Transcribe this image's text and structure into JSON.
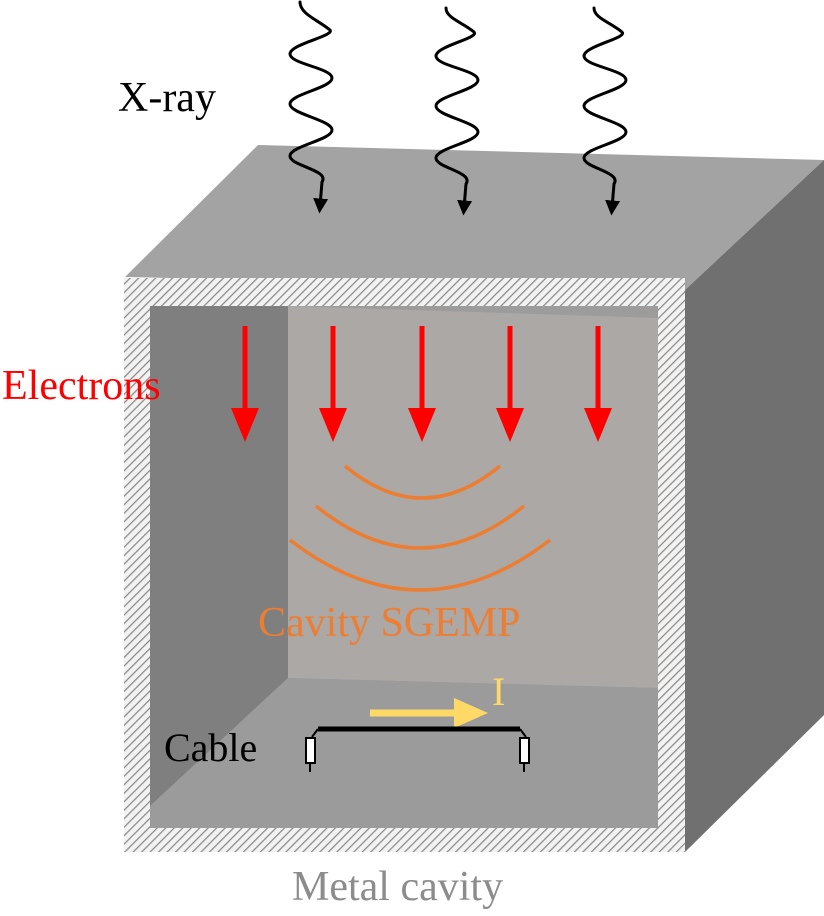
{
  "labels": {
    "xray": "X-ray",
    "electrons": "Electrons",
    "sgemp": "Cavity SGEMP",
    "current": "I",
    "cable": "Cable",
    "cavity": "Metal cavity"
  },
  "colors": {
    "electrons": "#ff0000",
    "sgemp": "#ed7d31",
    "current": "#ffd966",
    "cavity_label": "#8c8c8c",
    "top_face": "#a0a0a0",
    "right_face": "#707070",
    "back_wall": "#aca8a6",
    "left_wall": "#7f7f7f",
    "floor": "#9a9a9a",
    "wall_hatch": "#d9d9d9"
  },
  "xray_count": 3,
  "electron_arrow_count": 5,
  "sgemp_wave_count": 3
}
